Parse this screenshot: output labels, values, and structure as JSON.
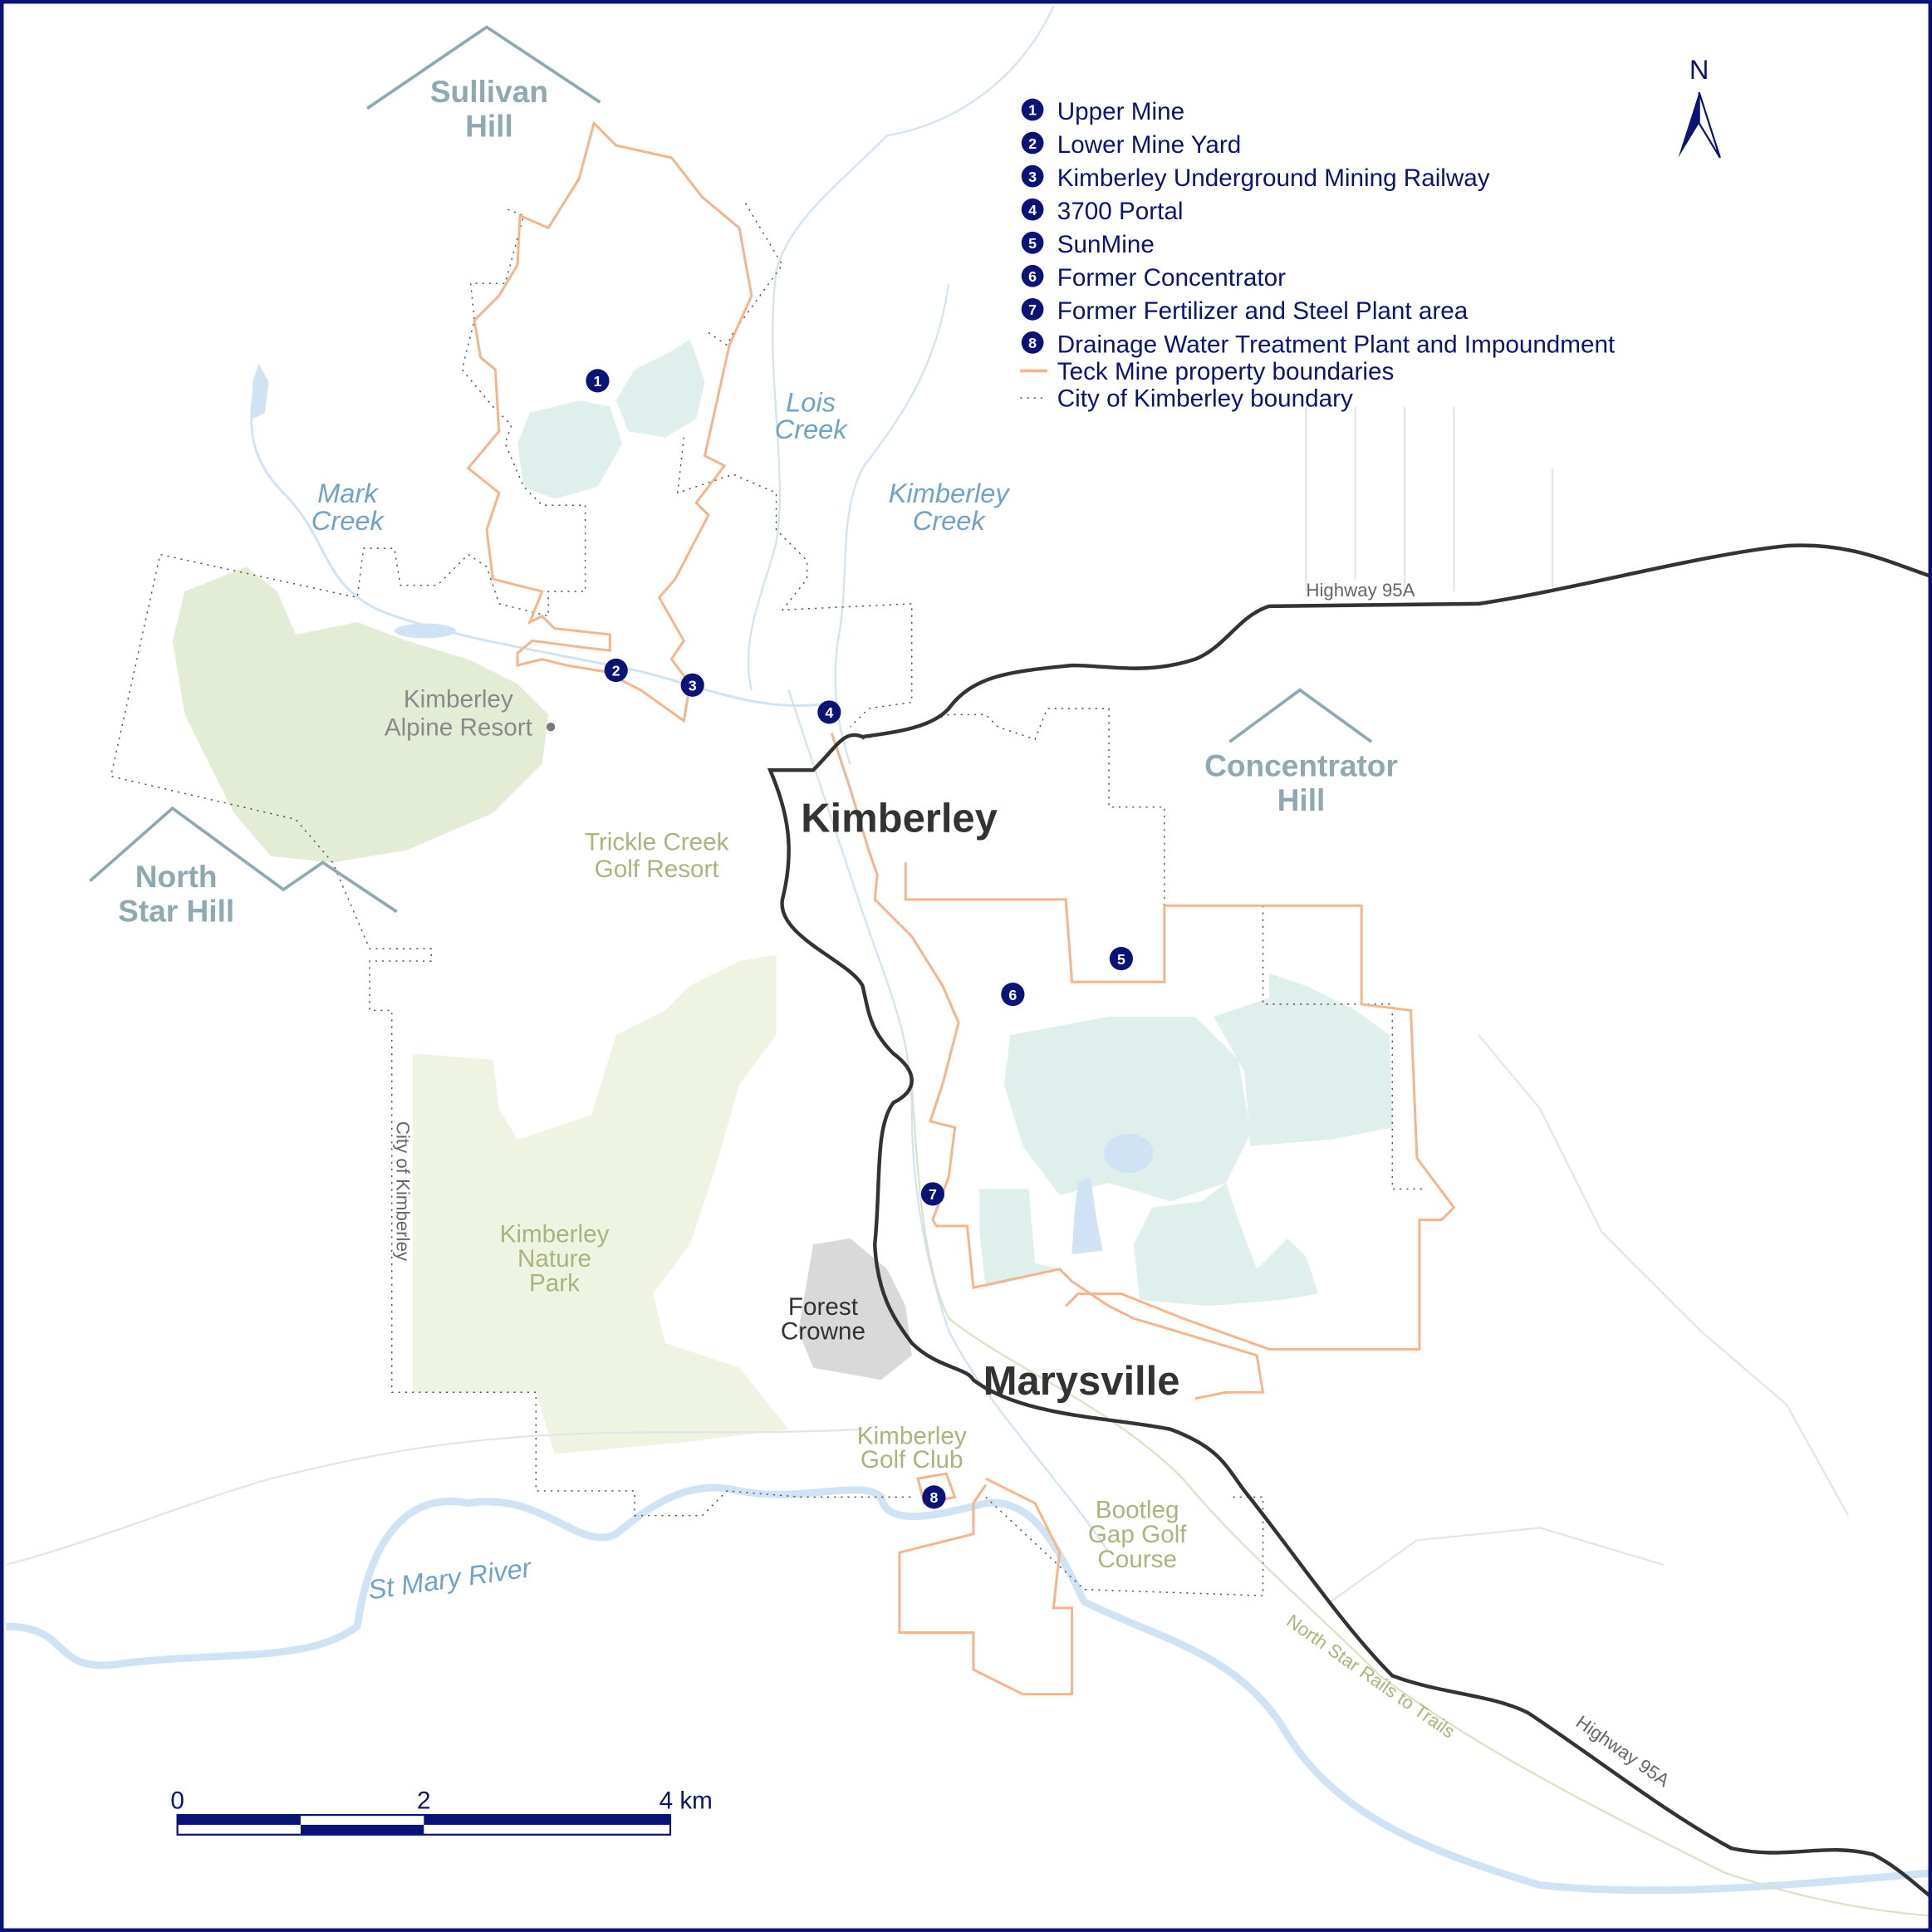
{
  "hills": {
    "sullivan": [
      "Sullivan",
      "Hill"
    ],
    "north_star": [
      "North",
      "Star Hill"
    ],
    "concentrator": [
      "Concentrator",
      "Hill"
    ]
  },
  "creeks": {
    "mark": [
      "Mark",
      "Creek"
    ],
    "lois": [
      "Lois",
      "Creek"
    ],
    "kimberley": [
      "Kimberley",
      "Creek"
    ],
    "st_mary": "St Mary River"
  },
  "places": {
    "alpine_resort": [
      "Kimberley",
      "Alpine Resort"
    ],
    "trickle_creek": [
      "Trickle Creek",
      "Golf Resort"
    ],
    "nature_park": [
      "Kimberley",
      "Nature",
      "Park"
    ],
    "forest_crowne": [
      "Forest",
      "Crowne"
    ],
    "golf_club": [
      "Kimberley",
      "Golf Club"
    ],
    "bootleg_gap": [
      "Bootleg",
      "Gap Golf",
      "Course"
    ],
    "city_boundary_label": "City of Kimberley",
    "rail_trail": "North Star Rails to Trails"
  },
  "towns": {
    "kimberley": "Kimberley",
    "marysville": "Marysville"
  },
  "roads": {
    "highway_north": "Highway 95A",
    "highway_south": "Highway 95A"
  },
  "legend": {
    "sites": [
      {
        "num": "1",
        "label": "Upper Mine"
      },
      {
        "num": "2",
        "label": "Lower Mine Yard"
      },
      {
        "num": "3",
        "label": "Kimberley Underground Mining Railway"
      },
      {
        "num": "4",
        "label": "3700 Portal"
      },
      {
        "num": "5",
        "label": "SunMine"
      },
      {
        "num": "6",
        "label": "Former Concentrator"
      },
      {
        "num": "7",
        "label": "Former Fertilizer and Steel Plant area"
      },
      {
        "num": "8",
        "label": "Drainage Water Treatment Plant and Impoundment"
      }
    ],
    "teck_boundary": "Teck Mine property boundaries",
    "city_boundary": "City of Kimberley boundary"
  },
  "north_arrow": "N",
  "scale_bar": {
    "ticks": [
      "0",
      "2",
      "4 km"
    ]
  },
  "colors": {
    "navy": "#0a1478",
    "teck_boundary": "#f7b48a",
    "water": "#cfe3f5",
    "tailings": "#dff0ec",
    "park": "#eef3e2",
    "highway": "#333333"
  }
}
